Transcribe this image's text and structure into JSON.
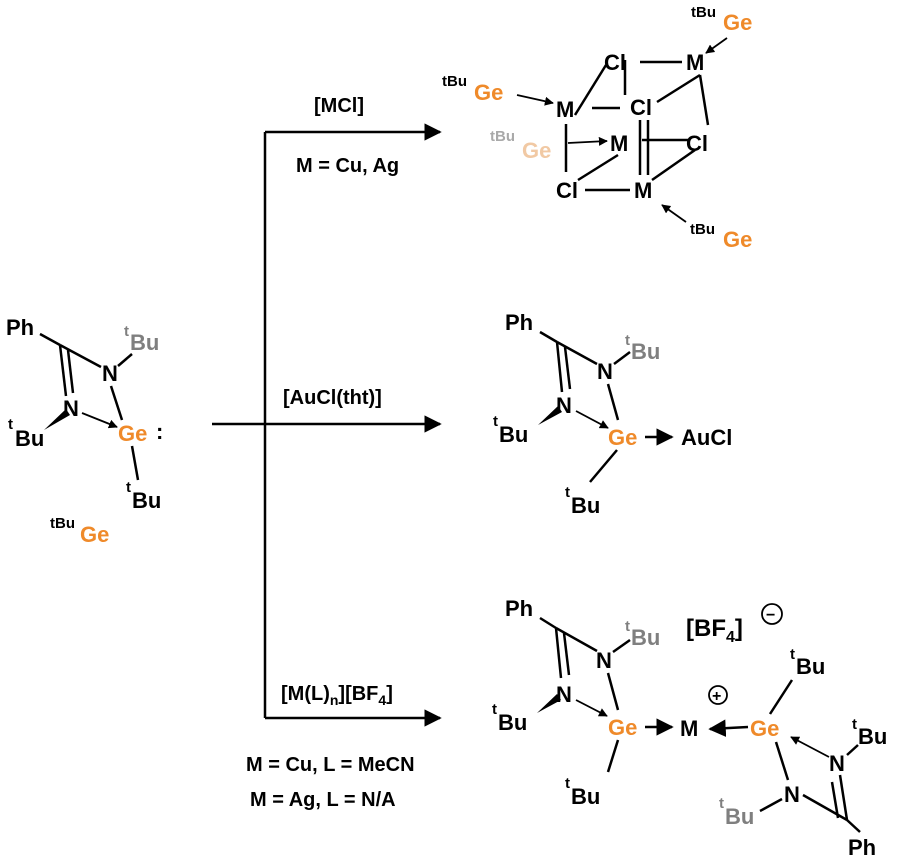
{
  "colors": {
    "germanium": "#ef8a2a",
    "germanium_faded": "#f1c9a4",
    "tbu_grey": "#7f7f7f",
    "text": "#000000"
  },
  "start": {
    "ph": "Ph",
    "n_top": "N",
    "tbu_top_sup": "t",
    "tbu_top": "Bu",
    "n_bottom": "N",
    "tbu_left_sup": "t",
    "tbu_left": "Bu",
    "ge": "Ge",
    "ge_lone_pair": ":",
    "tbu_bottom_sup": "t",
    "tbu_bottom": "Bu",
    "abbrev_sup": "tBu",
    "abbrev_ge": "Ge"
  },
  "reactions": {
    "top": {
      "reagent": "[MCl]",
      "condition": "M = Cu, Ag"
    },
    "middle": {
      "reagent": "[AuCl(tht)]"
    },
    "bottom": {
      "reagent_a": "[M(L)",
      "reagent_sub_n": "n",
      "reagent_b": "][BF",
      "reagent_sub_4": "4",
      "reagent_c": "]",
      "condition_1": "M = Cu, L = MeCN",
      "condition_2": "M = Ag, L = N/A"
    }
  },
  "product_cube": {
    "sup": "tBu",
    "ge": "Ge",
    "m": "M",
    "cl": "Cl"
  },
  "product_au": {
    "ph": "Ph",
    "n": "N",
    "t": "t",
    "bu": "Bu",
    "ge": "Ge",
    "aucl": "AuCl"
  },
  "product_cation": {
    "ph": "Ph",
    "n": "N",
    "t": "t",
    "bu": "Bu",
    "ge": "Ge",
    "m": "M",
    "plus": "+",
    "minus": "−",
    "anion_a": "[BF",
    "anion_sub": "4",
    "anion_b": "]"
  }
}
